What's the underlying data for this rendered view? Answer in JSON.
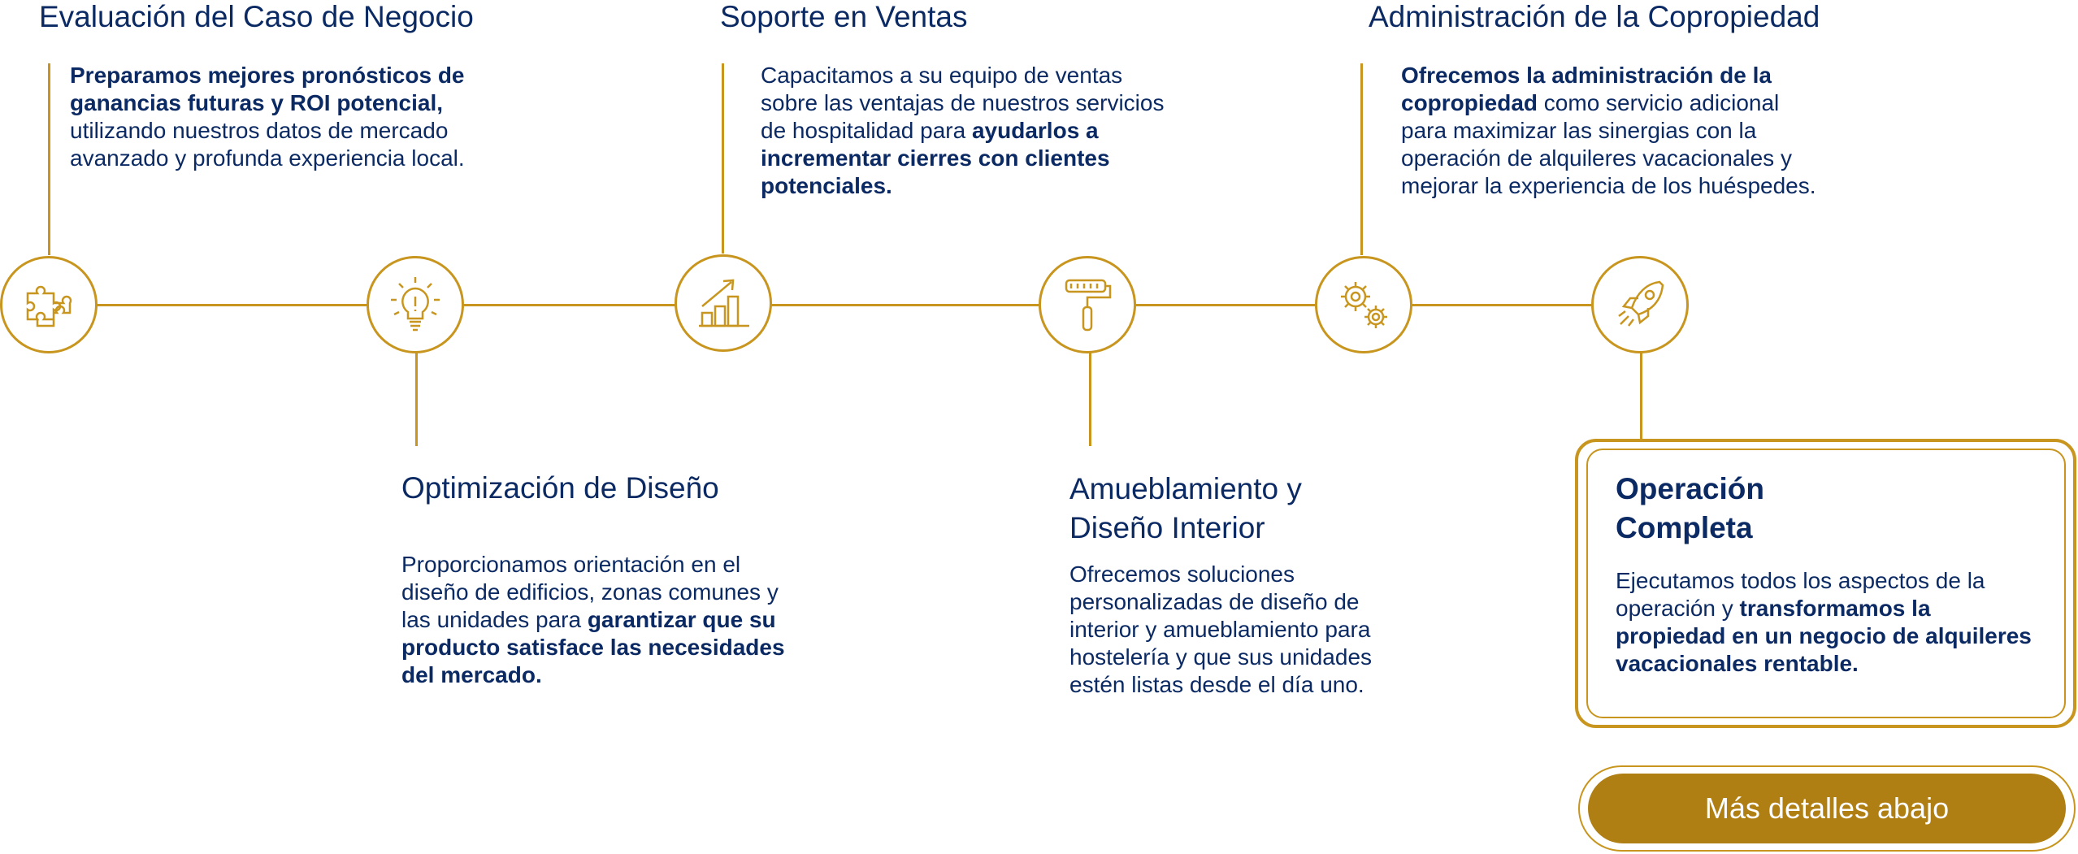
{
  "colors": {
    "accent": "#c8961f",
    "text": "#0b2a63",
    "button": "#b07f14"
  },
  "steps": [
    {
      "title": "Evaluación del Caso de Negocio",
      "icon": "puzzle-icon",
      "bold": "Preparamos mejores pronósticos de ganancias futuras y ROI potencial,",
      "text": " utilizando nuestros datos de mercado avanzado y profunda experiencia local."
    },
    {
      "title": "Optimización de Diseño",
      "icon": "lightbulb-icon",
      "text": "Proporcionamos orientación en el diseño de edificios, zonas comunes y las unidades para ",
      "bold": "garantizar que su producto satisface las necesidades del mercado."
    },
    {
      "title": "Soporte en Ventas",
      "icon": "growth-chart-icon",
      "text": "Capacitamos a su equipo de ventas sobre las ventajas de nuestros servicios de hospitalidad para ",
      "bold": "ayudarlos a incrementar cierres con clientes potenciales."
    },
    {
      "title_line1": "Amueblamiento y",
      "title_line2": "Diseño Interior",
      "icon": "paint-roller-icon",
      "text": "Ofrecemos soluciones personalizadas de diseño de interior y amueblamiento para hostelería y que sus unidades estén listas desde el día uno."
    },
    {
      "title": "Administración de la Copropiedad",
      "icon": "gears-icon",
      "bold": "Ofrecemos la administración de la copropiedad",
      "text": " como servicio adicional para maximizar las sinergias con la operación de alquileres vacacionales y mejorar la experiencia de los huéspedes."
    },
    {
      "title_line1": "Operación",
      "title_line2": "Completa",
      "icon": "rocket-icon",
      "text": "Ejecutamos todos los aspectos de la operación y ",
      "bold": "transformamos la propiedad en un negocio de alquileres vacacionales rentable."
    }
  ],
  "cta": {
    "label": "Más detalles abajo"
  }
}
